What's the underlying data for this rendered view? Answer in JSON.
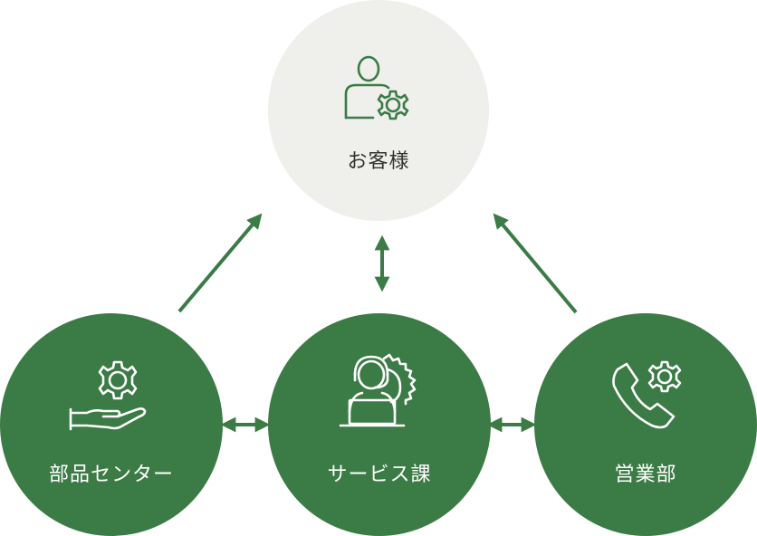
{
  "colors": {
    "accent": "#3b7b45",
    "customer_bg": "#efefeb",
    "node_text_light": "#ffffff",
    "node_text_dark": "#333333"
  },
  "nodes": {
    "customer": {
      "label": "お客様",
      "icon": "person-gear-icon"
    },
    "parts_center": {
      "label": "部品センター",
      "icon": "hand-gear-icon"
    },
    "service": {
      "label": "サービス課",
      "icon": "headset-operator-gear-icon"
    },
    "sales": {
      "label": "営業部",
      "icon": "phone-gear-icon"
    }
  },
  "connections": [
    {
      "from": "parts_center",
      "to": "customer",
      "direction": "one-way"
    },
    {
      "from": "sales",
      "to": "customer",
      "direction": "one-way"
    },
    {
      "from": "service",
      "to": "customer",
      "direction": "two-way"
    },
    {
      "from": "parts_center",
      "to": "service",
      "direction": "two-way"
    },
    {
      "from": "service",
      "to": "sales",
      "direction": "two-way"
    }
  ]
}
